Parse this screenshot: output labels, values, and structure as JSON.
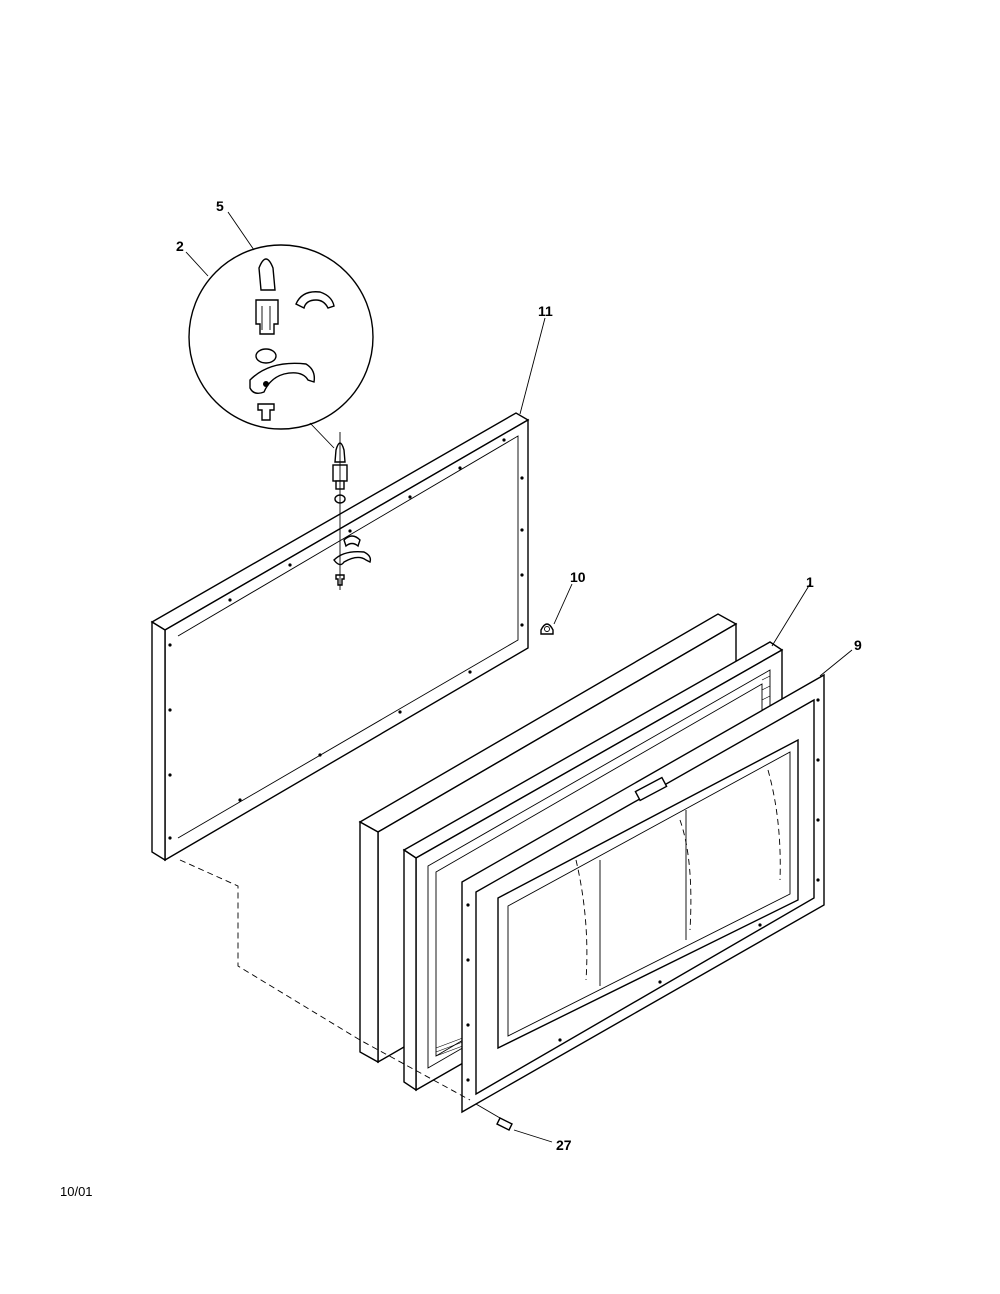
{
  "diagram": {
    "callouts": {
      "part_5": "5",
      "part_2": "2",
      "part_11": "11",
      "part_10": "10",
      "part_1": "1",
      "part_9": "9",
      "part_27": "27"
    },
    "date_code": "10/01"
  }
}
